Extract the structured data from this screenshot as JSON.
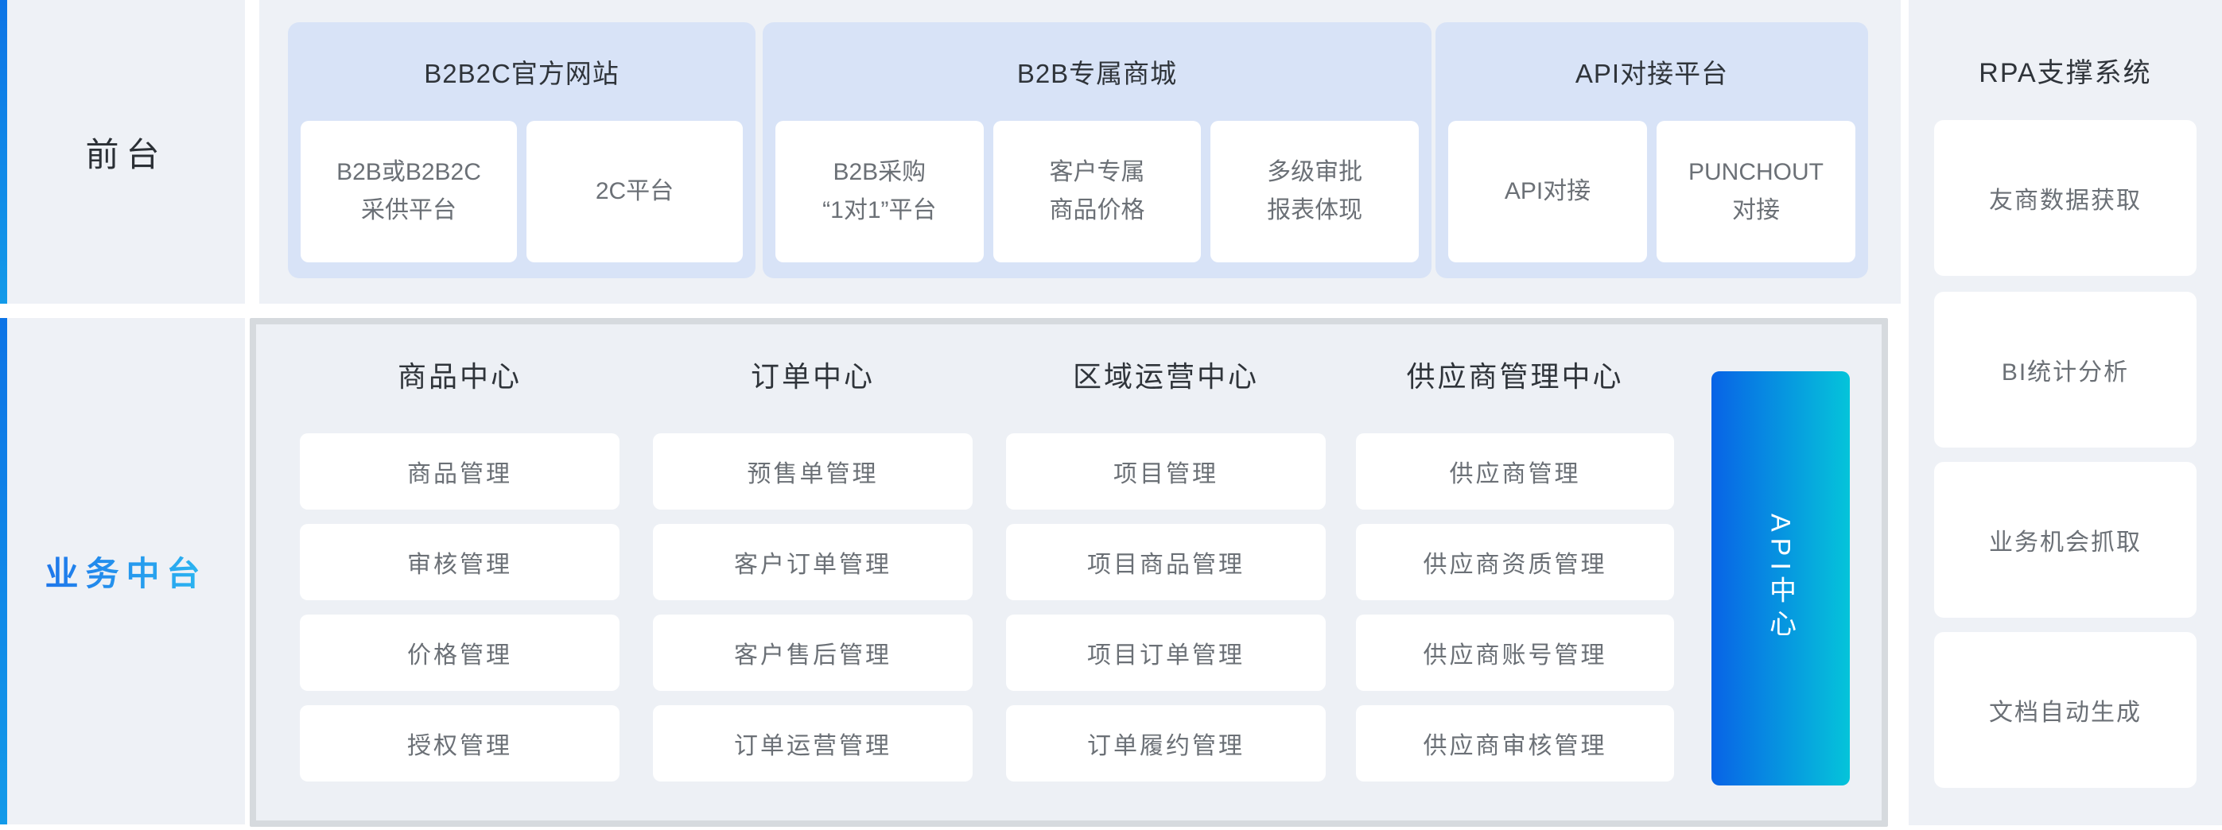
{
  "colors": {
    "panel_bg": "#eef1f6",
    "front_card_bg": "#d8e3f7",
    "accent_blue": "#0d74e6",
    "middle_border": "#d6dade",
    "middle_bg": "#edf0f5",
    "api_gradient_start": "#0863e6",
    "api_gradient_end": "#05c4da",
    "rail_text_gradient_start": "#1b67e9",
    "rail_text_gradient_end": "#2fc6f2",
    "dark_text": "#2f343a",
    "gray_text": "#6b7076"
  },
  "rail": {
    "front_label": "前台",
    "middle_label": "业务中台"
  },
  "front": {
    "sections": [
      {
        "title": "B2B2C官方网站",
        "items": [
          "B2B或B2B2C\n采供平台",
          "2C平台"
        ]
      },
      {
        "title": "B2B专属商城",
        "items": [
          "B2B采购\n“1对1”平台",
          "客户专属\n商品价格",
          "多级审批\n报表体现"
        ]
      },
      {
        "title": "API对接平台",
        "items": [
          "API对接",
          "PUNCHOUT\n对接"
        ]
      }
    ]
  },
  "middle": {
    "api_center_label": "API中心",
    "columns": [
      {
        "title": "商品中心",
        "items": [
          "商品管理",
          "审核管理",
          "价格管理",
          "授权管理"
        ]
      },
      {
        "title": "订单中心",
        "items": [
          "预售单管理",
          "客户订单管理",
          "客户售后管理",
          "订单运营管理"
        ]
      },
      {
        "title": "区域运营中心",
        "items": [
          "项目管理",
          "项目商品管理",
          "项目订单管理",
          "订单履约管理"
        ]
      },
      {
        "title": "供应商管理中心",
        "items": [
          "供应商管理",
          "供应商资质管理",
          "供应商账号管理",
          "供应商审核管理"
        ]
      }
    ]
  },
  "rpa": {
    "title": "RPA支撑系统",
    "items": [
      "友商数据获取",
      "BI统计分析",
      "业务机会抓取",
      "文档自动生成"
    ]
  }
}
